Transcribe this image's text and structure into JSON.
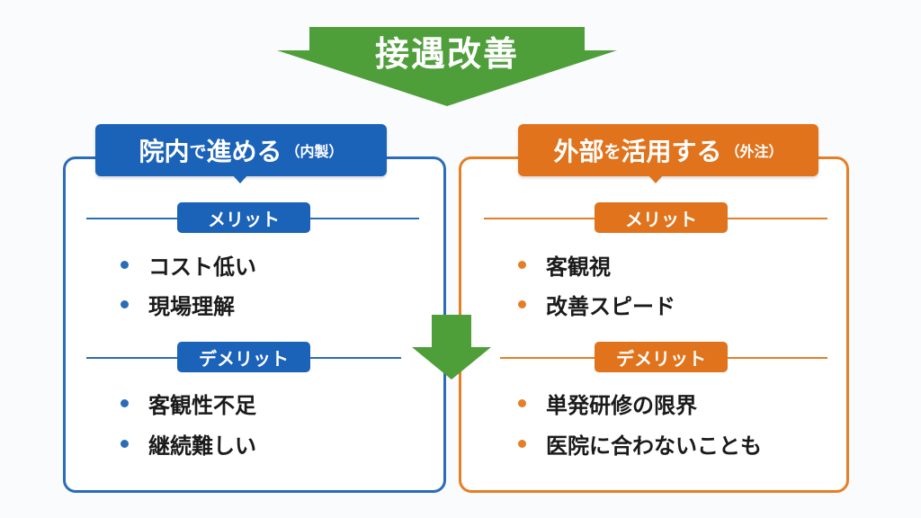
{
  "header": {
    "title": "接遇改善"
  },
  "colors": {
    "green": "#4e9e3a",
    "blue": "#1b62b9",
    "orange": "#e0731c"
  },
  "left_panel": {
    "title_main_1": "院内",
    "title_main_2": "で",
    "title_main_3": "進める",
    "title_paren": "（内製）",
    "merit_label": "メリット",
    "merits": [
      "コスト低い",
      "現場理解"
    ],
    "demerit_label": "デメリット",
    "demerits": [
      "客観性不足",
      "継続難しい"
    ]
  },
  "right_panel": {
    "title_main_1": "外部",
    "title_main_2": "を",
    "title_main_3": "活用する",
    "title_paren": "（外注）",
    "merit_label": "メリット",
    "merits": [
      "客観視",
      "改善スピード"
    ],
    "demerit_label": "デメリット",
    "demerits": [
      "単発研修の限界",
      "医院に合わないことも"
    ]
  },
  "icons": {
    "top": "arrow-down-icon",
    "middle": "arrow-down-icon"
  }
}
